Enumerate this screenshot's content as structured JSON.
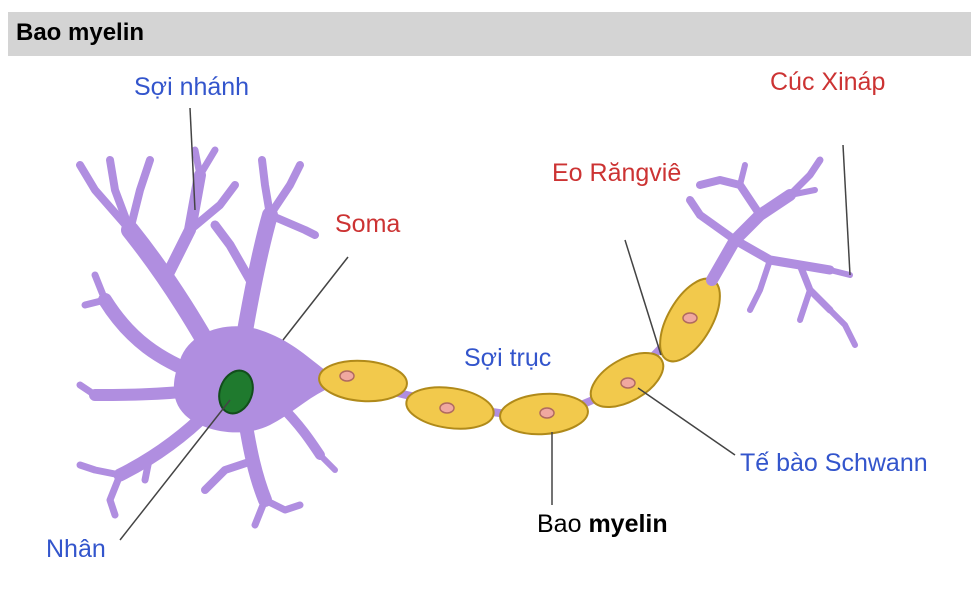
{
  "header": {
    "title": "Bao myelin"
  },
  "labels": {
    "dendrite": "Sợi nhánh",
    "synapse": "Cúc Xináp",
    "node": "Eo Răngviê",
    "soma": "Soma",
    "axon": "Sợi trục",
    "schwann": "Tế bào Schwann",
    "myelin_prefix": "Bao ",
    "myelin_bold": "myelin",
    "nucleus": "Nhân"
  },
  "colors": {
    "neuron": "#b08ee0",
    "neuron_stroke": "#7a5fb3",
    "nucleus": "#1f7a2e",
    "myelin": "#f2c94c",
    "myelin_stroke": "#b08a1a",
    "schwann_nucleus": "#f0a8a0",
    "label_blue": "#3355cc",
    "label_red": "#cc3333",
    "header_bg": "#d4d4d4"
  }
}
